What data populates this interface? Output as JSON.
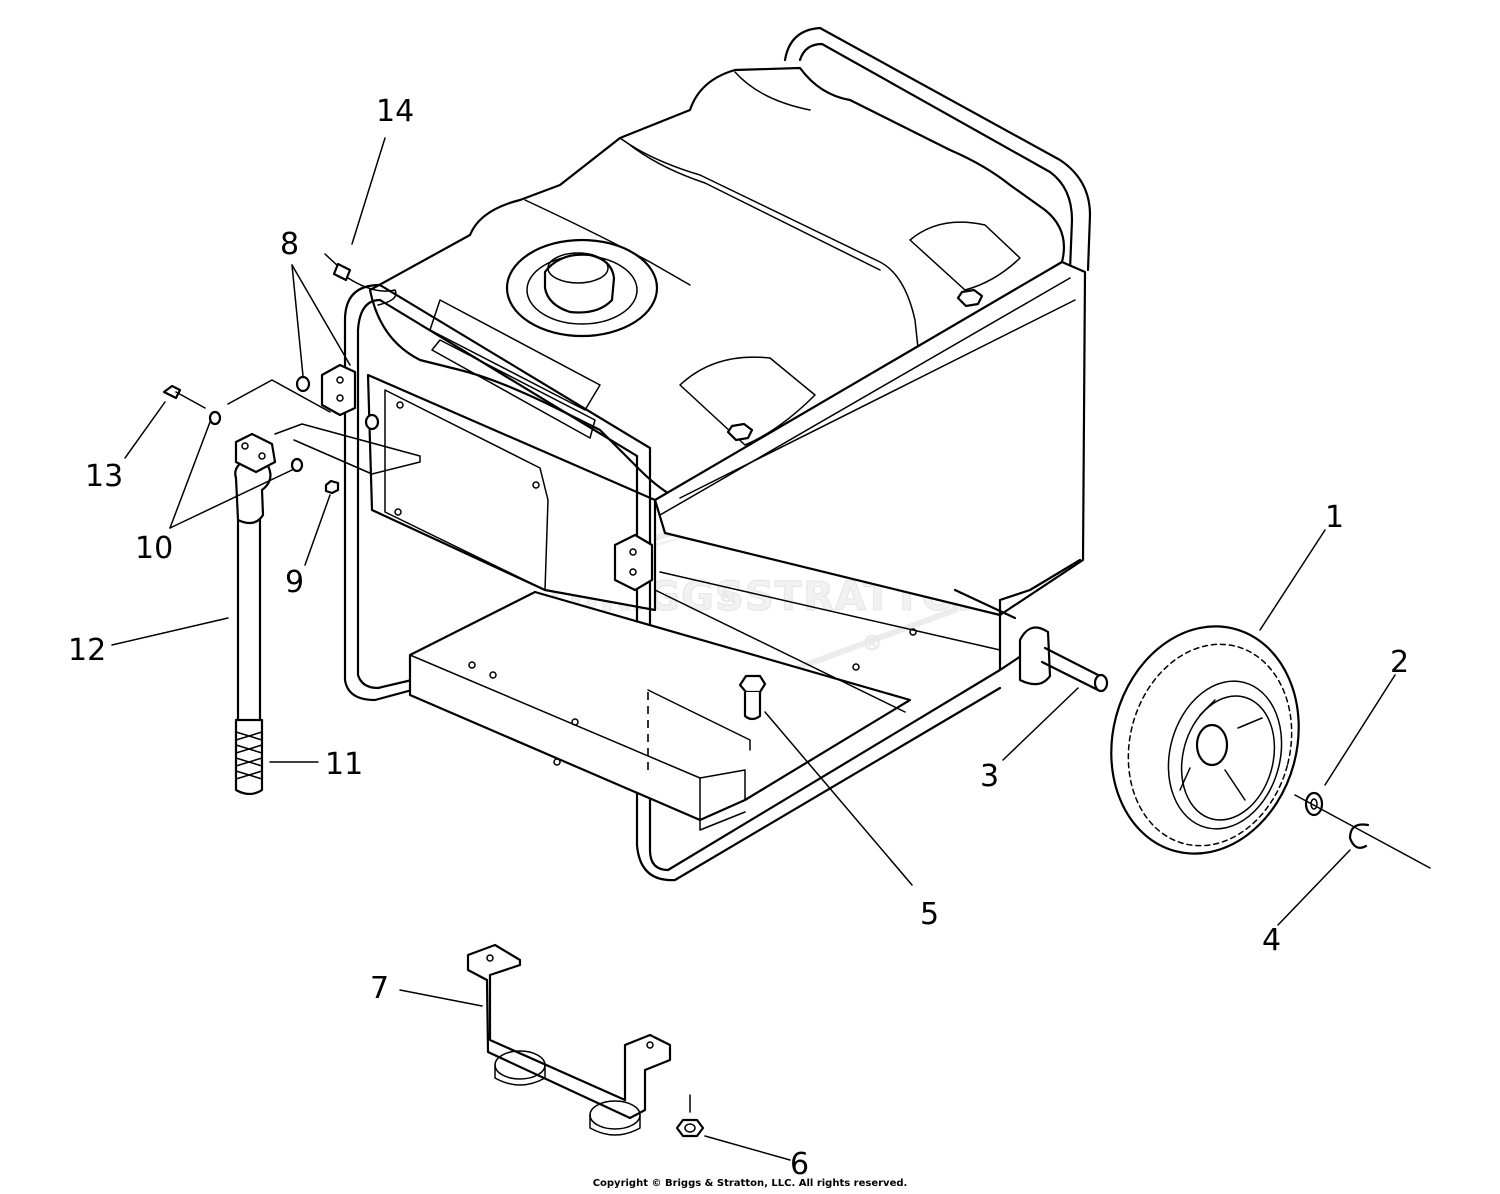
{
  "watermark": {
    "brand_left": "BRIGGS",
    "brand_amp": "&",
    "brand_right": "STRATTON",
    "registered": "®"
  },
  "callouts": [
    {
      "id": "c1",
      "label": "1"
    },
    {
      "id": "c2",
      "label": "2"
    },
    {
      "id": "c3",
      "label": "3"
    },
    {
      "id": "c4",
      "label": "4"
    },
    {
      "id": "c5",
      "label": "5"
    },
    {
      "id": "c6",
      "label": "6"
    },
    {
      "id": "c7",
      "label": "7"
    },
    {
      "id": "c8",
      "label": "8"
    },
    {
      "id": "c9",
      "label": "9"
    },
    {
      "id": "c10",
      "label": "10"
    },
    {
      "id": "c11",
      "label": "11"
    },
    {
      "id": "c12",
      "label": "12"
    },
    {
      "id": "c13",
      "label": "13"
    },
    {
      "id": "c14",
      "label": "14"
    }
  ],
  "footer": {
    "copyright": "Copyright © Briggs & Stratton, LLC. All rights reserved."
  },
  "colors": {
    "line": "#000000",
    "background": "#ffffff",
    "watermark": "#e4e4e4"
  }
}
